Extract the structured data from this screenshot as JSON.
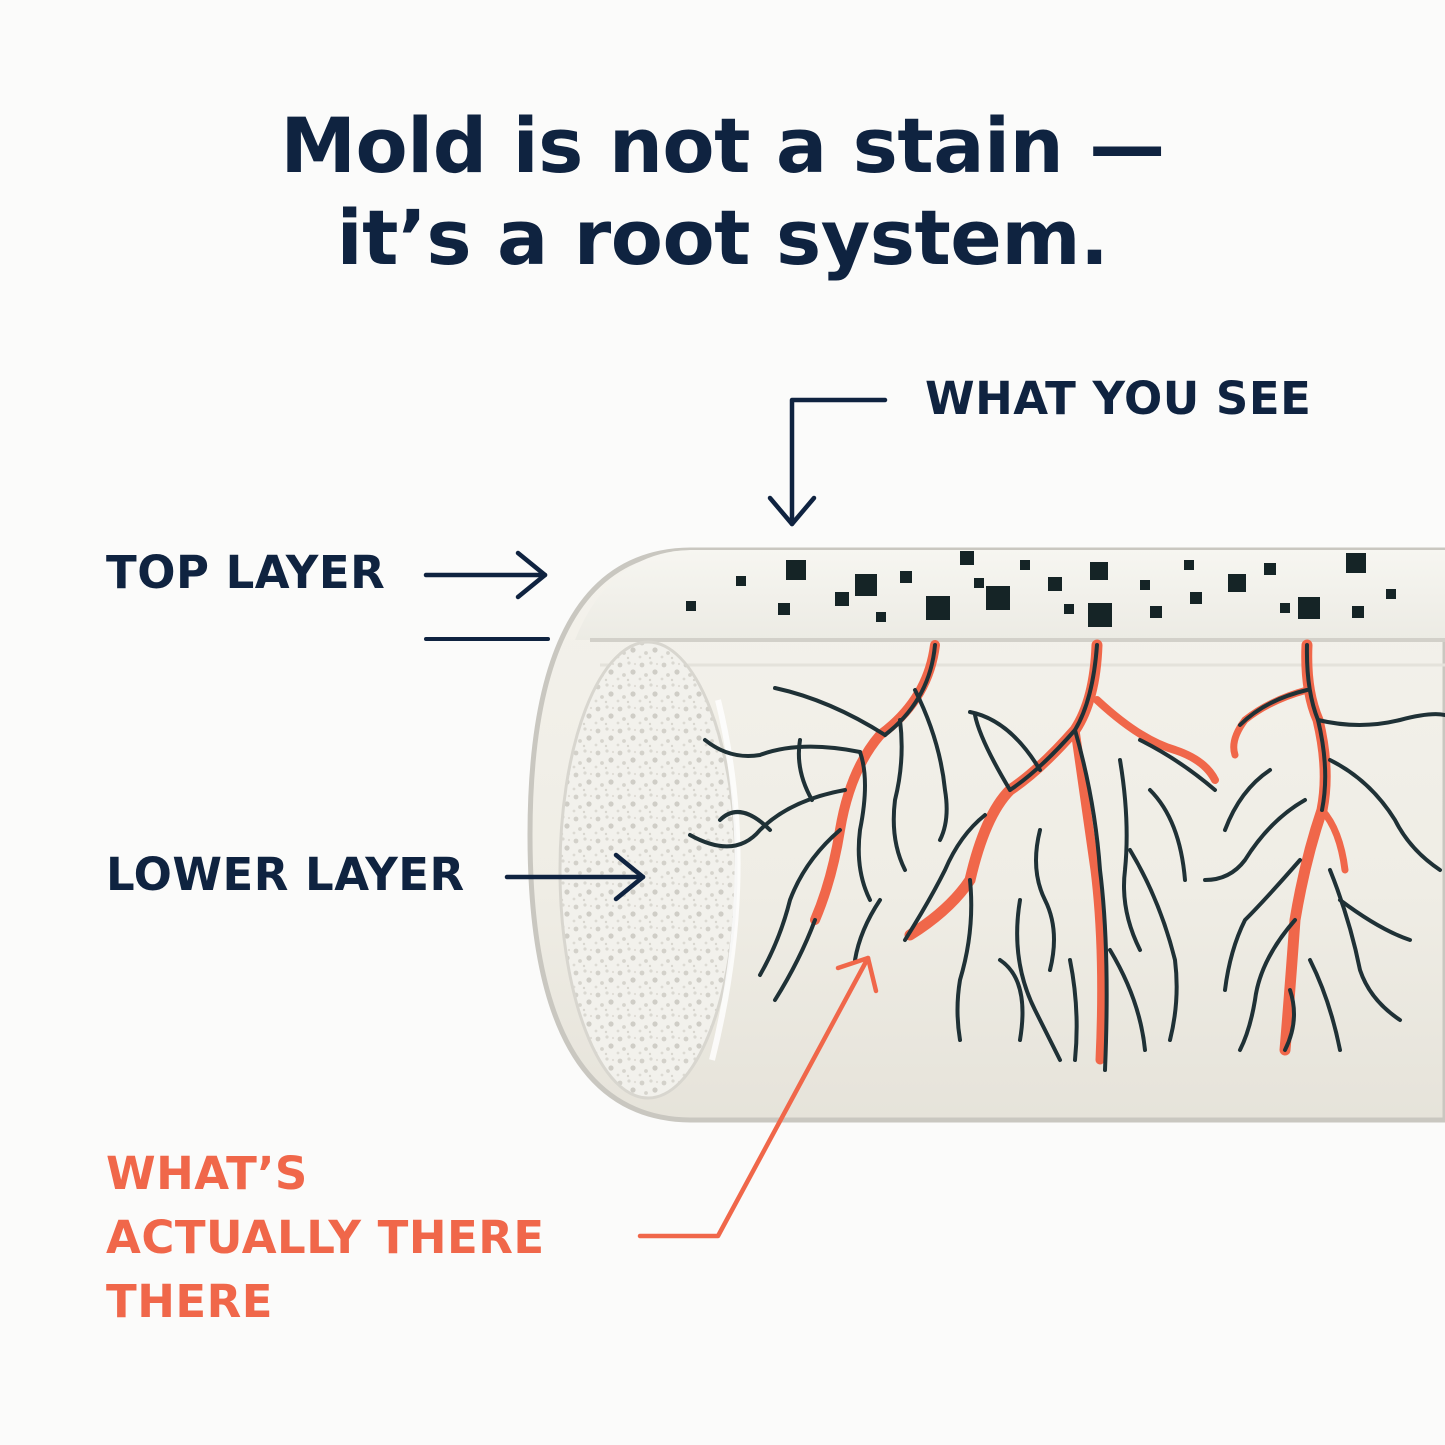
{
  "title": {
    "line1": "Mold is not a stain —",
    "line2": "it’s a root system."
  },
  "labels": {
    "what_you_see": "WHAT YOU SEE",
    "top_layer": "TOP LAYER",
    "lower_layer": "LOWER LAYER",
    "whats_actually": {
      "line1": "WHAT’S",
      "line2": "ACTUALLY THERE",
      "line3": "THERE"
    }
  },
  "colors": {
    "navy": "#0f2340",
    "accent": "#f0674a",
    "root_dark": "#1f3136",
    "spore": "#152426",
    "material": "#f1efe8"
  }
}
